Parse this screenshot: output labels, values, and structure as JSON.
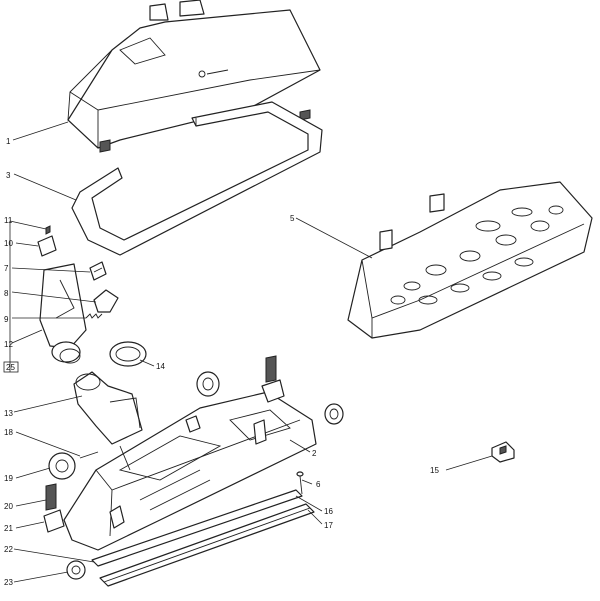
{
  "parts": [
    {
      "id": "1",
      "label": "1"
    },
    {
      "id": "2",
      "label": "2"
    },
    {
      "id": "3",
      "label": "3"
    },
    {
      "id": "5",
      "label": "5"
    },
    {
      "id": "6",
      "label": "6"
    },
    {
      "id": "7",
      "label": "7"
    },
    {
      "id": "8",
      "label": "8"
    },
    {
      "id": "9",
      "label": "9"
    },
    {
      "id": "10",
      "label": "10"
    },
    {
      "id": "11",
      "label": "11"
    },
    {
      "id": "12",
      "label": "12"
    },
    {
      "id": "13",
      "label": "13"
    },
    {
      "id": "14",
      "label": "14"
    },
    {
      "id": "15",
      "label": "15"
    },
    {
      "id": "16",
      "label": "16"
    },
    {
      "id": "17",
      "label": "17"
    },
    {
      "id": "18",
      "label": "18"
    },
    {
      "id": "19",
      "label": "19"
    },
    {
      "id": "20",
      "label": "20"
    },
    {
      "id": "21",
      "label": "21"
    },
    {
      "id": "22",
      "label": "22"
    },
    {
      "id": "23",
      "label": "23"
    },
    {
      "id": "25",
      "label": "25"
    }
  ]
}
